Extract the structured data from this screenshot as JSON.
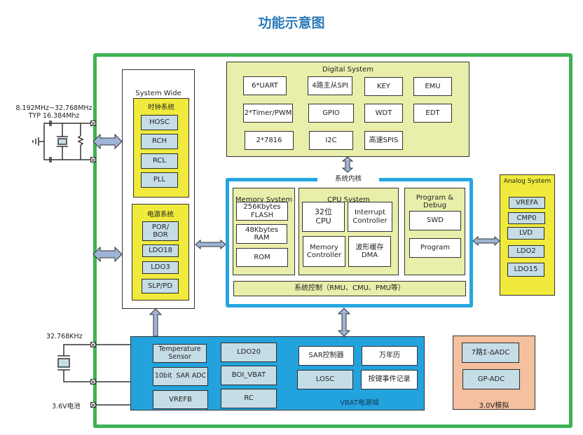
{
  "title": "功能示意图",
  "external": {
    "hosc_freq_range": "8.192MHz~32.768MHz",
    "hosc_typ": "TYP 16.384Mhz",
    "losc_freq": "32.768KHz",
    "battery": "3.6V电池"
  },
  "system_wide": {
    "label": "System Wide",
    "clock": {
      "label": "时钟系统",
      "items": [
        "HOSC",
        "RCH",
        "RCL",
        "PLL"
      ]
    },
    "power": {
      "label": "电源系统",
      "items": [
        "POR/\nBOR",
        "LDO18",
        "LDO3",
        "SLP/PD"
      ]
    }
  },
  "digital": {
    "label": "Digital System",
    "items": [
      "6*UART",
      "4路主从SPI",
      "KEY",
      "EMU",
      "2*Timer/PWM",
      "GPIO",
      "WDT",
      "EDT",
      "2*7816",
      "I2C",
      "高速SPIS"
    ]
  },
  "core": {
    "label": "系统内核",
    "memory": {
      "label": "Memory System",
      "items": [
        "256Kbytes\nFLASH",
        "48Kbytes\nRAM",
        "ROM"
      ]
    },
    "cpu": {
      "label": "CPU System",
      "items": [
        "32位\nCPU",
        "Interrupt\nController",
        "Memory\nController",
        "波形缓存\nDMA"
      ]
    },
    "debug": {
      "label": "Program &\nDebug",
      "items": [
        "SWD",
        "Program"
      ]
    },
    "sysctrl": "系统控制（RMU、CMU、PMU等）"
  },
  "analog": {
    "label": "Analog System",
    "items": [
      "VREFA",
      "CMP0",
      "LVD",
      "LDO2",
      "LDO15"
    ]
  },
  "vbat": {
    "label": "VBAT电源域",
    "left_items": [
      "Temperature\nSensor",
      "10bit  SAR ADC",
      "VREFB"
    ],
    "mid_items": [
      "LDO20",
      "BOI_VBAT",
      "RC"
    ],
    "right_items": [
      "SAR控制器",
      "万年历",
      "LOSC",
      "按键事件记录"
    ]
  },
  "analog3v": {
    "label": "3.0V模拟",
    "items": [
      "7路Σ-ΔADC",
      "GP-ADC"
    ]
  },
  "colors": {
    "title": "#2a7ab8",
    "outer_border": "#3cb353",
    "core_border": "#26a6e0",
    "yellow_block": "#f0ea3c",
    "olive_block": "#e9eeaa",
    "light_blue_cell": "#c5dde6",
    "vbat_domain": "#23a3de",
    "analog3v_domain": "#f4c09f",
    "arrow": "#9fb4d6"
  }
}
